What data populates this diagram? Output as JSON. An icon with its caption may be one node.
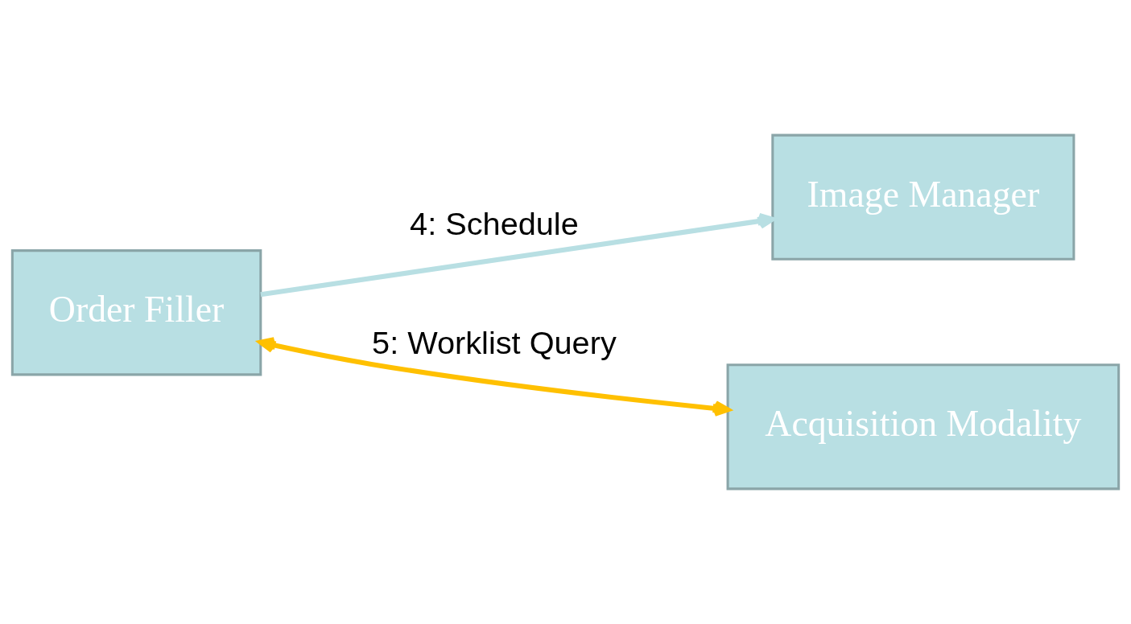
{
  "diagram": {
    "nodes": [
      {
        "text": [
          "Order Filler"
        ]
      },
      {
        "text": [
          "Image Manager"
        ]
      },
      {
        "text": [
          "Acquisition Modality"
        ]
      }
    ],
    "edges": [
      {
        "from": 0,
        "to": 1,
        "arrow": "to",
        "label": "4: Schedule",
        "color": "#b8dfe3"
      },
      {
        "from": 0,
        "to": 2,
        "arrow": "both",
        "label": "5: Worklist Query",
        "color": "#ffc000"
      }
    ]
  }
}
